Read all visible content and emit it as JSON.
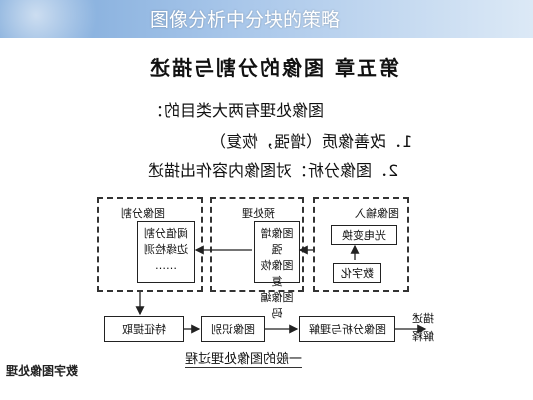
{
  "header": {
    "title": "图像分析中分块的策略"
  },
  "slide": {
    "chapter_title": "第五章 图像的分割与描述",
    "line1": "图像处理有两大类目的：",
    "line2": "1．改善像质（增强，恢复）",
    "line3": "2．图像分析：对图像内容作出描述",
    "diagram": {
      "frame_input": {
        "label": "图像输入",
        "box1": "光电变换",
        "box2": "数字化"
      },
      "frame_pre": {
        "label": "预处理",
        "items": [
          "图像增强",
          "图像恢复",
          "图像编码"
        ]
      },
      "frame_seg": {
        "label": "图像分割",
        "items": [
          "阈值分割",
          "边缘检测",
          "……"
        ]
      },
      "bottom": {
        "feature": "特征提取",
        "recog": "图像识别",
        "analysis": "图像分析与理解",
        "out_top": "描述",
        "out_bottom": "解释"
      },
      "caption": "一般的图像处理过程"
    },
    "logo_text": "数字图像处理"
  }
}
